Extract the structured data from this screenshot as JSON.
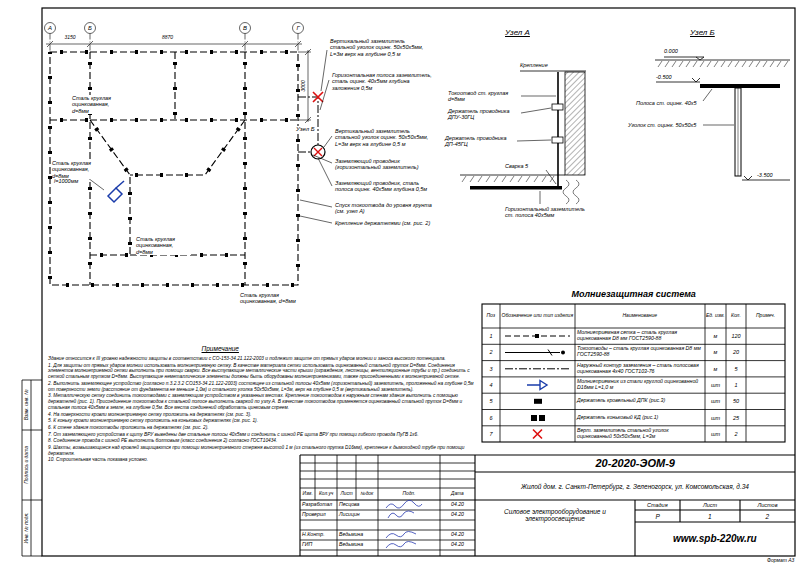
{
  "diagram": {
    "labels": [
      "А",
      "Б",
      "В",
      "Г",
      "3150",
      "8870",
      "3000",
      "Вертикальный заземлитель стальной уголок оцинк. 50х50х5мм, L=3м верх на глубине 0,5 м",
      "Горизонтальная полоса заземлитель, сталь оцинк. 40х5мм глубина заложения 0,5м",
      "Узел Б",
      "Вертикальный заземлитель стальной уголок оцинк. 50х50х5мм, L=3м верх на глубине 0,5 м",
      "Заземляющий проводник (горизонтальный заземлитель)",
      "Заземляющий проводник, сталь полоса оцинк. 40х5мм глубина 0,5м",
      "Спуск токоотвода до уровня грунта (см. узел А)",
      "Крепление держателями (см. рис. 2)",
      "Сталь круглая оцинкованная, d=8мм",
      "Сталь круглая оцинкованная, d=8мм",
      "l=1000мм",
      "Сталь круглая оцинкованная, d=8мм",
      "Сталь круглая оцинкованная, d=8мм",
      "Узел А",
      "Крепление",
      "Токоотвод ст. круглая d=8мм",
      "Держатель проводника ДПУ-30ГЦ",
      "Сварка 5",
      "Держатель проводника ДП-45ГЦ",
      "Горизонтальный заземлитель ст. полоса 40х5мм",
      "Узел Б",
      "0.000",
      "-0.500",
      "Полоса ст. оцинк. 40х5",
      "Уголок ст. оцинк. 50х50х5",
      "-3.500",
      "Молниезащитная система",
      "Поз",
      "Обозначение или тип изделия",
      "Наименование",
      "Ед. изм.",
      "Кол.",
      "Примеч.",
      "1",
      "Молниеприемная сетка – сталь круглая оцинкованная D8 мм ГОСТ2590-88",
      "м",
      "120",
      "2",
      "Токоотводы – сталь круглая оцинкованная D8 мм ГОСТ2590-88",
      "м",
      "20",
      "3",
      "Наружный контур заземления – сталь полосовая оцинкованная 4х40 ГОСТ103-76",
      "м",
      "5",
      "4",
      "Молниеприемник из стали круглой оцинкованной D16мм L=1,0 м",
      "шт",
      "1",
      "5",
      "Держатель кровельный ДПК (рис.3)",
      "шт",
      "50",
      "6",
      "Держатель коньковый КД (рис.1)",
      "шт",
      "25",
      "7",
      "Верт. заземлитель стальной уголок оцинкованный 50х50х5мм, L=3м",
      "шт",
      "2",
      "Примечание",
      "Здание относится к III уровню надежности защиты в соответствии с СО-153-34.21.122-2003 и подлежит защите от прямых ударов молнии и заноса высокого потенциала.",
      "1. Для защиты от прямых ударов молнии использовать молниеприемную сетку. В качестве материала сетки использовать оцинкованный стальной пруток D=8мм. Соединения элементов молниеприемной сетки выполнить при помощи сварки. Все выступающие металлические части крыши (ограждения, лестницы, вентиляционные трубы и пр.) соединить с сеткой стальным прутком D=8мм. Выступающие неметаллические элементы должны быть оборудованы молниеприемниками, также присоединенными к молниеприемной сетке.",
      "2. Выполнить заземляющее устройство (согласно п.3.2.3.2 СО153-34.21.122-2003) состоящее из стальной полосы 40х5мм (горизонтальный) заземлитель, проложенный на глубине 0,5м от поверхности земли (расстояние от фундамента не меньше 1,0м) и стального уголка 50х50х5мм, L=3м, верх на глубине 0,5 м (вертикальный заземлитель).",
      "3. Металлическую сетку соединить токоотводами с заземляющим устройством в указанных местах. Крепление токоотводов к наружным стенам здания выполнить с помощью держателей (рис. 1). Присоединение токоотводов к стальной полосе выполнить сваркой по узлу А. В качестве токоотводов применяется оцинкованный стальной пруток D=8мм и стальная полоса 40х5мм в земле, на глубине 0,5м. Все места соединений обработать цинковым спреем.",
      "4. На поверхности кровли молниеприемную сетку проложить на держателях (см. рис. 3).",
      "5. К коньку кровли молниеприемную сетку проложить на коньковых держателях (см. рис. 1).",
      "6. К стене здания токоотводы проложить на держателях (см. рис. 2).",
      "7. От заземляющего устройства к щиту ВРУ выведены две стальные полосы 40х5мм и соединить с шиной РЕ щита ВРУ при помощи гибкого провода ПуГВ 1х6.",
      "8. Соединение провода с шиной РЕ выполнить болтовым (класс соединения 2) согласно ГОСТ10434.",
      "9. Шахты, возвышающиеся над кровлей защищаются при помощи молниеприемного стержня высотой 1 м (из стального прутка D16мм), крепление к дымоходной трубе при помощи держателя.",
      "10. Строительная часть показана условно.",
      "20-2020-ЭОМ-9",
      "Жилой дом. г. Санкт-Петербург, г. Зеленогорск, ул. Комсомольская, д.34",
      "Силовое электрооборудование и электроосвещение",
      "Стадия",
      "Лист",
      "Листов",
      "Р",
      "1",
      "2",
      "www.spb-220w.ru",
      "Изм.",
      "Кол.уч",
      "Лист",
      "№док",
      "Подп.",
      "Дата",
      "Разработал",
      "Песцова",
      "04.20",
      "Проверил",
      "Лисицин",
      "04.20",
      "Н.Контр.",
      "Ведьмина",
      "04.20",
      "ГИП",
      "Ведьмина",
      "04.20",
      "Взам. инв. №",
      "Подпись и дата",
      "Инв. № подл.",
      "Формат А3"
    ]
  }
}
